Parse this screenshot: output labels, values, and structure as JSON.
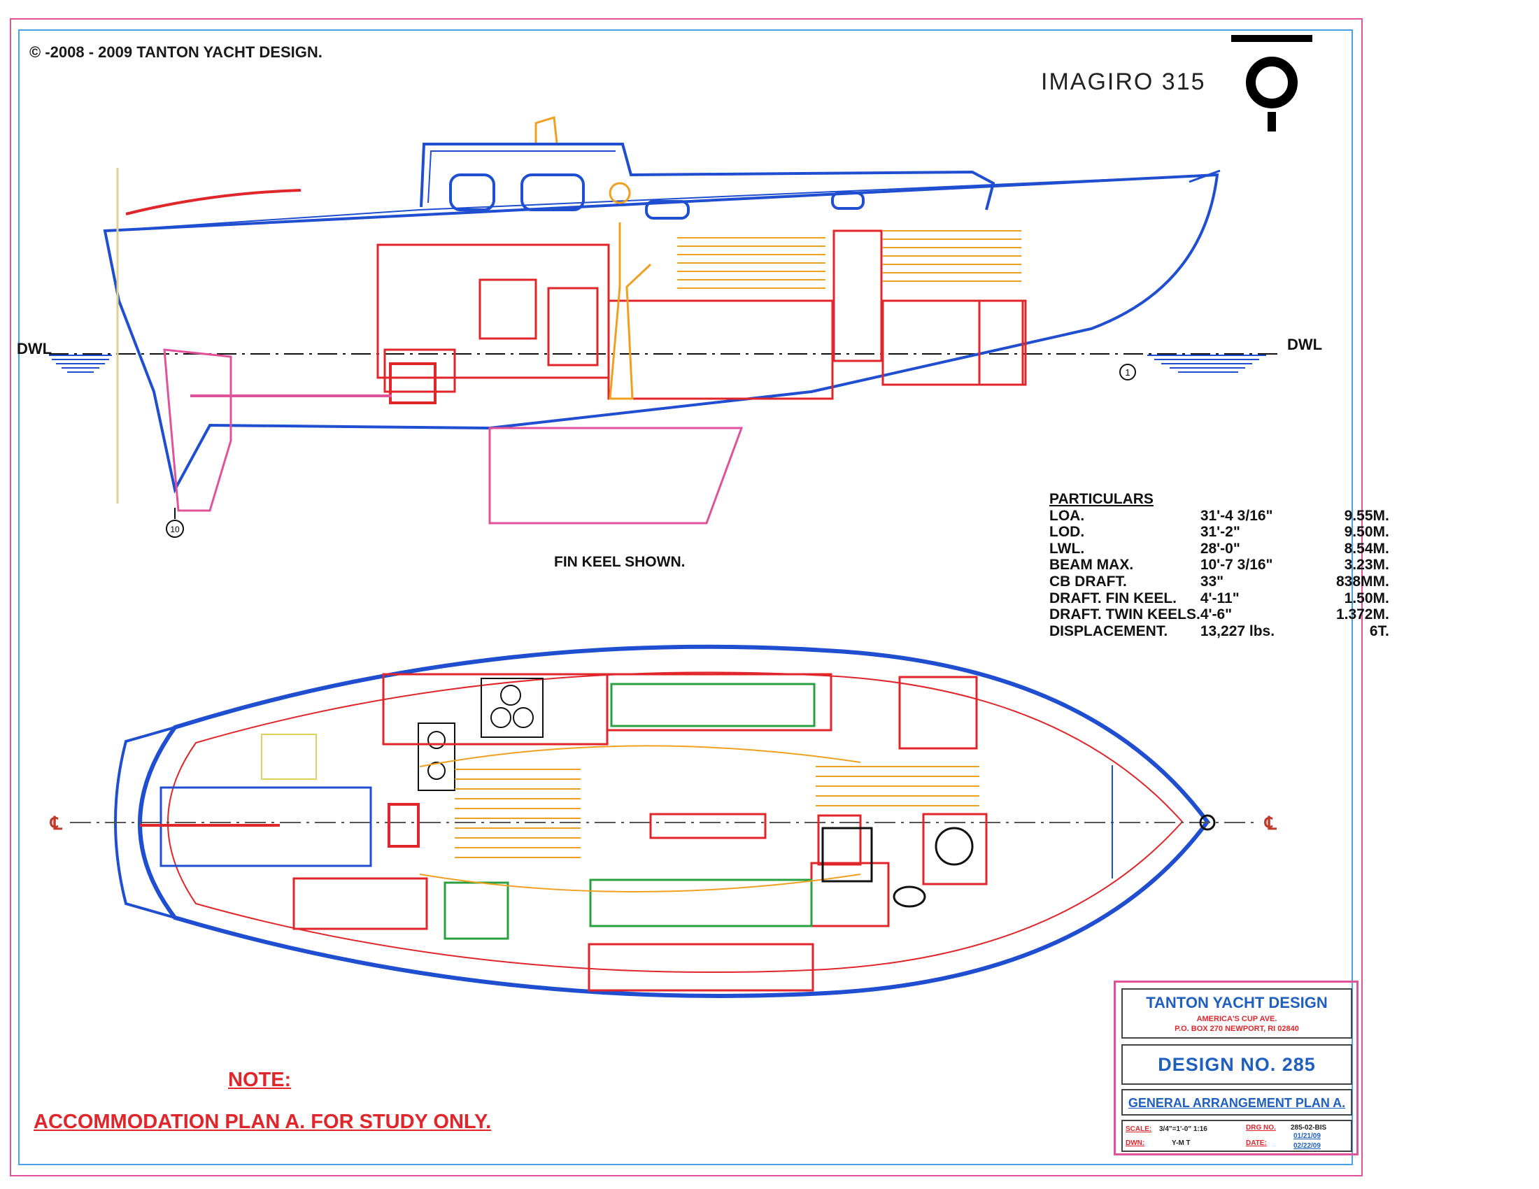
{
  "copyright": "© -2008 - 2009 TANTON YACHT DESIGN.",
  "model_name": "IMAGIRO 315",
  "dwl_label": "DWL",
  "centerline_label": "℄",
  "callout_1": "1",
  "callout_10": "10",
  "fin_keel_note": "FIN KEEL SHOWN.",
  "particulars": {
    "heading": "PARTICULARS",
    "rows": [
      {
        "label": "LOA.",
        "imperial": "31'-4 3/16\"",
        "metric": "9.55M."
      },
      {
        "label": "LOD.",
        "imperial": "31'-2\"",
        "metric": "9.50M."
      },
      {
        "label": "LWL.",
        "imperial": "28'-0\"",
        "metric": "8.54M."
      },
      {
        "label": "BEAM MAX.",
        "imperial": "10'-7 3/16\"",
        "metric": "3.23M."
      },
      {
        "label": "CB DRAFT.",
        "imperial": "33\"",
        "metric": "838MM."
      },
      {
        "label": "DRAFT. FIN KEEL.",
        "imperial": "4'-11\"",
        "metric": "1.50M."
      },
      {
        "label": "DRAFT. TWIN KEELS.",
        "imperial": "4'-6\"",
        "metric": "1.372M."
      },
      {
        "label": "DISPLACEMENT.",
        "imperial": "13,227 lbs.",
        "metric": "6T."
      }
    ]
  },
  "note": {
    "heading": "NOTE:",
    "text": "ACCOMMODATION PLAN A. FOR STUDY ONLY."
  },
  "title_block": {
    "firm": "TANTON YACHT DESIGN",
    "address_1": "AMERICA'S CUP AVE.",
    "address_2": "P.O. BOX 270 NEWPORT, RI 02840",
    "design_no": "DESIGN  NO. 285",
    "plan_title": "GENERAL ARRANGEMENT PLAN  A.",
    "scale_label": "SCALE:",
    "scale_value": "3/4\"=1'-0\" 1:16",
    "drawn_label": "DWN:",
    "drawn_value": "Y-M T",
    "drg_label": "DRG NO.",
    "drg_value": "285-02-BIS",
    "date_label": "DATE:",
    "date_1": "01/21/09",
    "date_2": "02/22/09"
  },
  "colors": {
    "hull_blue": "#1f4fd0",
    "joinery_red": "#e0262a",
    "sole_orange": "#f0a020",
    "upholstery_green": "#2aa040",
    "border_pink": "#e0529a",
    "border_blue": "#4aa0e6"
  }
}
